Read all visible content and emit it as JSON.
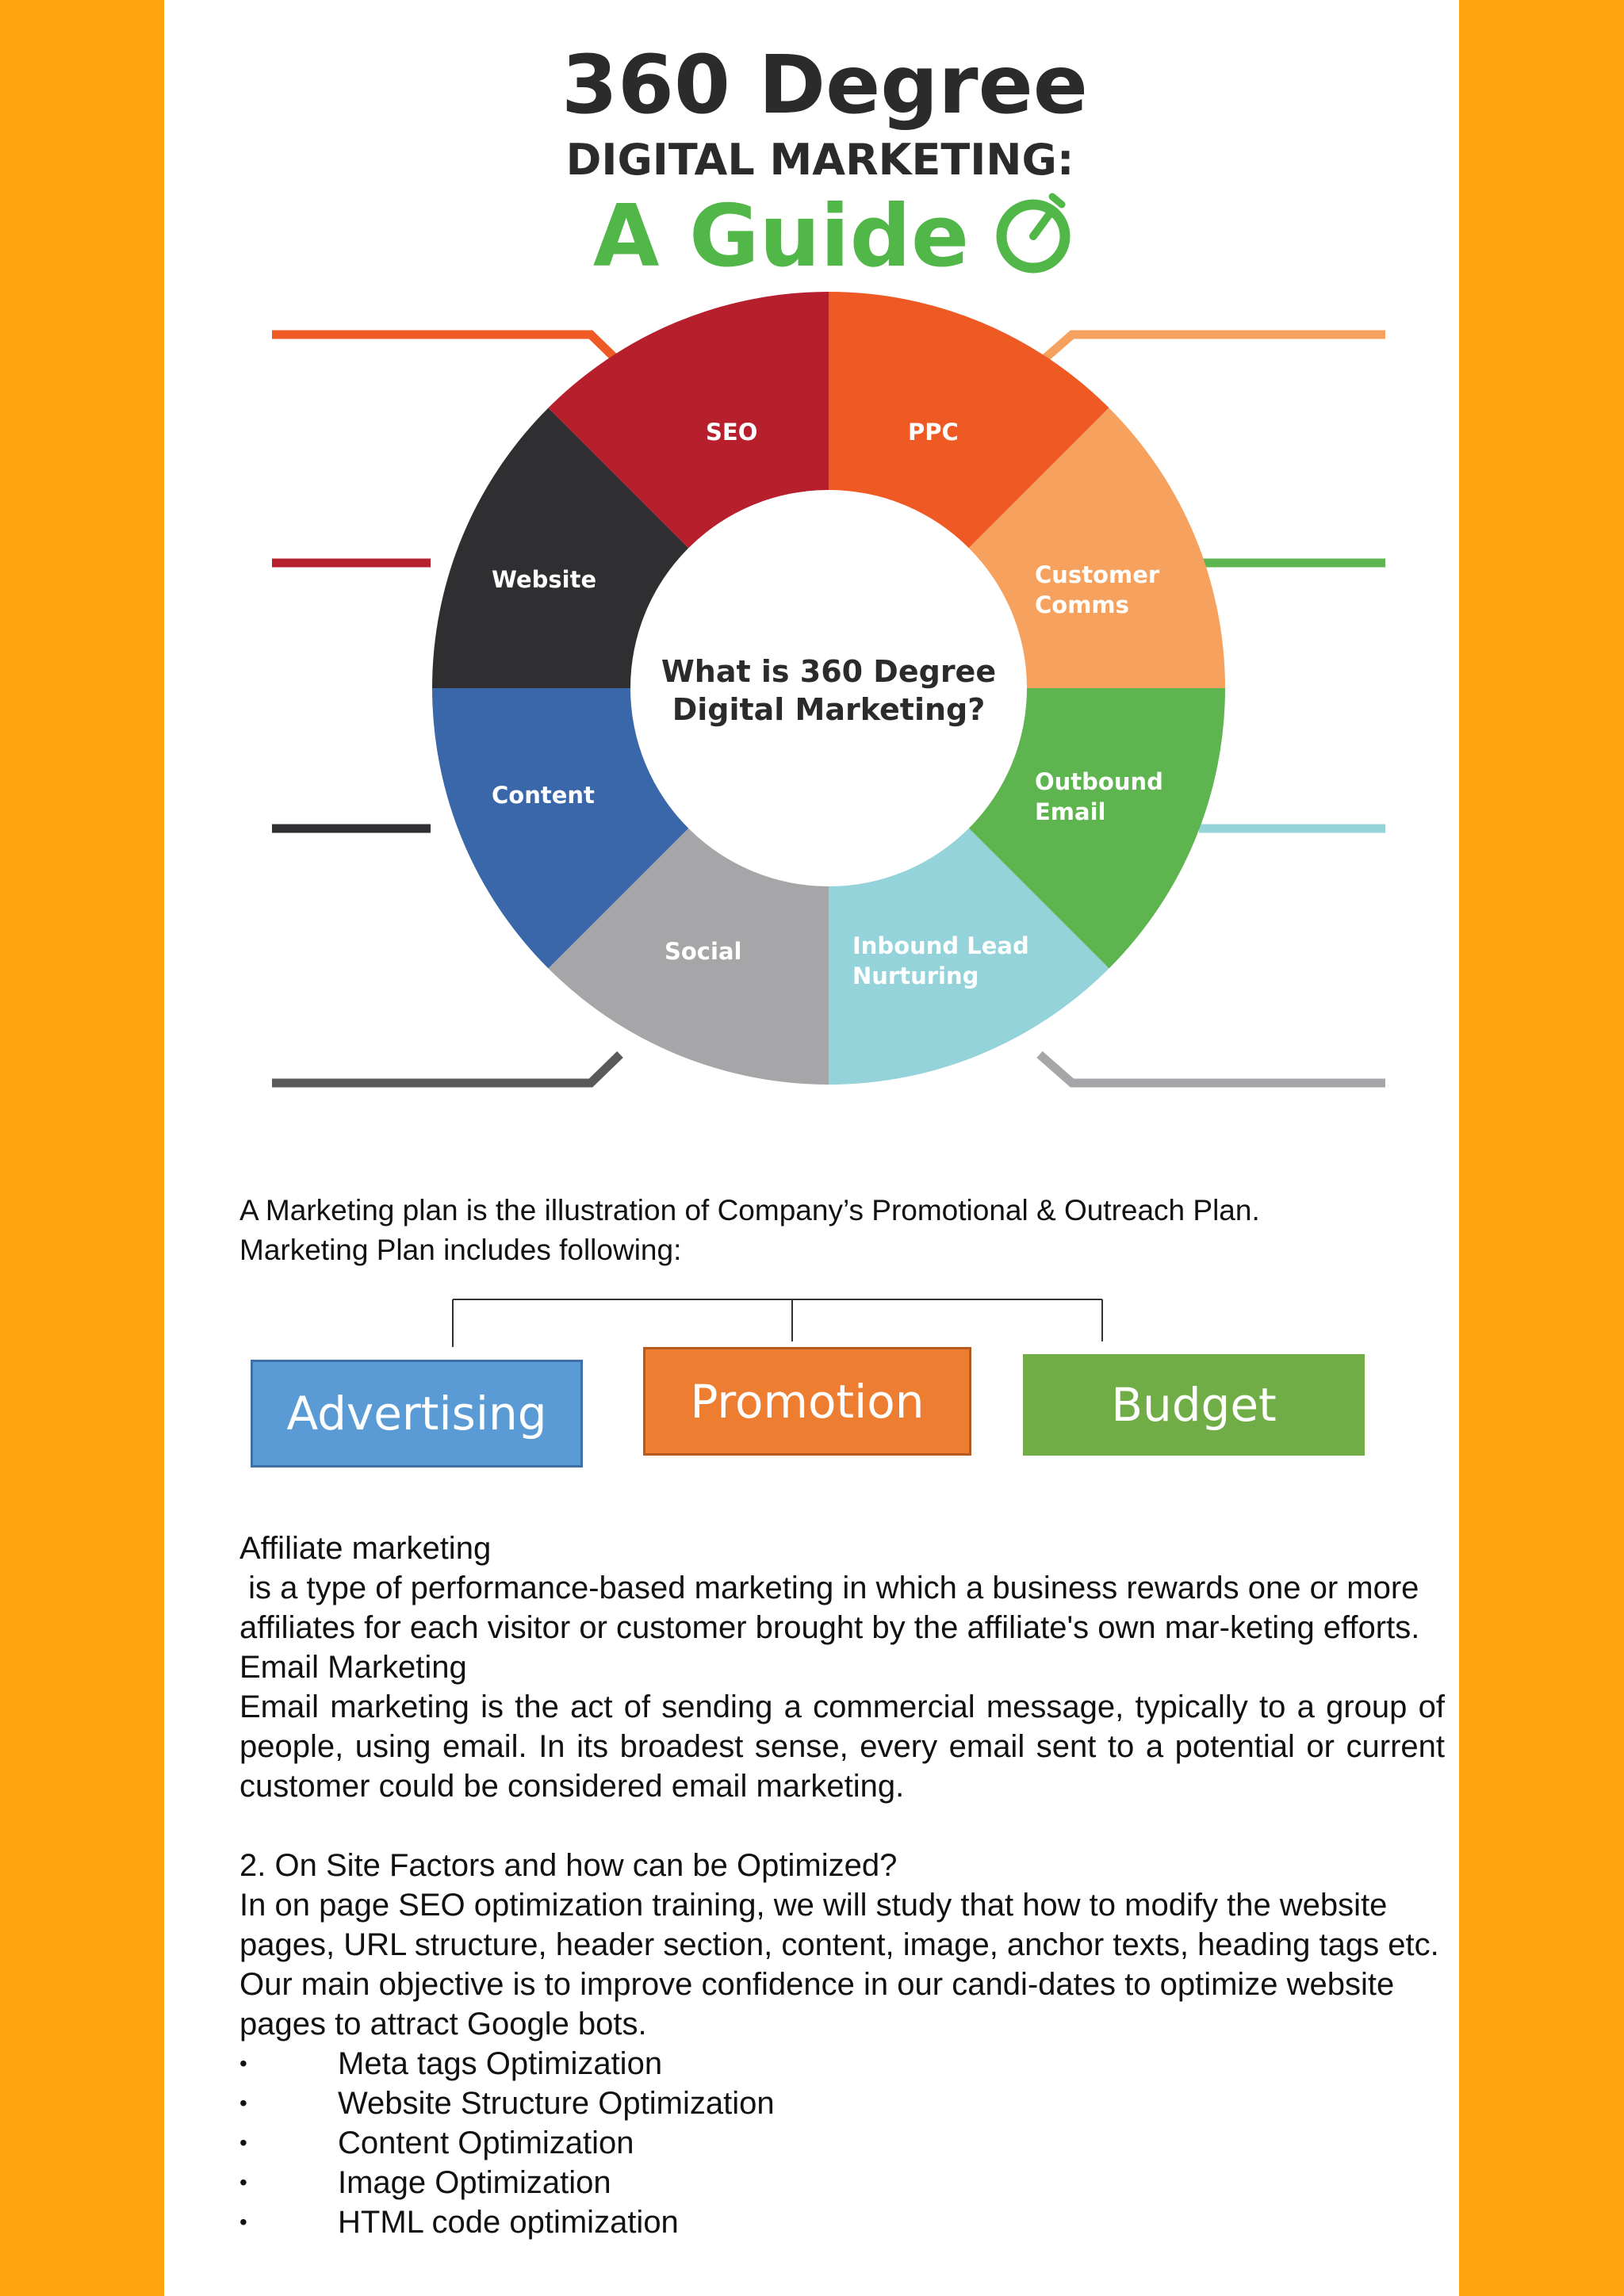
{
  "header": {
    "title_line1": "360 Degree",
    "title_line2": "DIGITAL MARKETING:",
    "title_line3": "A Guide",
    "stopwatch_icon": "stopwatch-icon"
  },
  "wheel": {
    "center_line1": "What is 360 Degree",
    "center_line2": "Digital Marketing?",
    "segments": [
      {
        "line1": "SEO",
        "line2": "",
        "color": "#EF5A24"
      },
      {
        "line1": "PPC",
        "line2": "",
        "color": "#F6A15E"
      },
      {
        "line1": "Customer",
        "line2": "Comms",
        "color": "#5EB44F"
      },
      {
        "line1": "Outbound",
        "line2": "Email",
        "color": "#94D3D9"
      },
      {
        "line1": "Inbound Lead",
        "line2": "Nurturing",
        "color": "#A6A6A9"
      },
      {
        "line1": "Social",
        "line2": "",
        "color": "#3A66AA"
      },
      {
        "line1": "Content",
        "line2": "",
        "color": "#2F2E30"
      },
      {
        "line1": "Website",
        "line2": "",
        "color": "#B71F2D"
      }
    ]
  },
  "intro": {
    "line1": "A Marketing plan is the illustration of Company’s Promotional & Outreach Plan.",
    "line2": "Marketing Plan includes following:"
  },
  "plan": {
    "advertising": "Advertising",
    "promotion": "Promotion",
    "budget": "Budget"
  },
  "sections": {
    "affiliate_heading": "Affiliate marketing",
    "affiliate_body": " is a type of performance-based marketing in which a business rewards one or more affiliates for each visitor or customer brought by the affiliate's own mar-keting efforts.",
    "email_heading": "Email Marketing",
    "email_body": "Email marketing is the act of sending a commercial message, typically to a group of people, using email. In its broadest sense, every email sent to a potential or current customer could be considered email marketing.",
    "onsite_heading": "2. On Site Factors and how can be Optimized?",
    "onsite_body": "In on page SEO optimization training, we will study that how to modify the website pages, URL structure, header section, content, image, anchor texts, heading tags etc. Our main objective is to improve confidence in our candi-dates to optimize website pages to attract Google bots.",
    "bullet_char": "•",
    "bullets": [
      "Meta tags Optimization",
      "Website Structure Optimization",
      "Content Optimization",
      "Image Optimization",
      "HTML code optimization"
    ]
  },
  "colors": {
    "background": "#FFA40F",
    "page": "#FFFFFF",
    "title_dark": "#2B2B2B",
    "title_green": "#52B749"
  }
}
